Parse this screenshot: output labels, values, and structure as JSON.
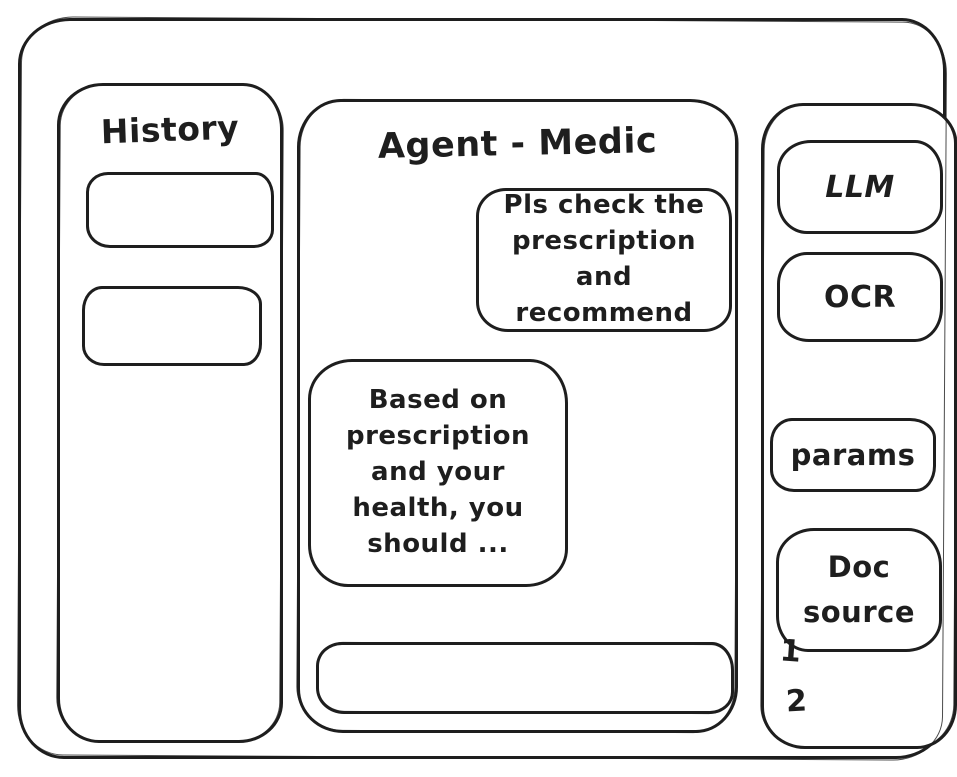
{
  "window": {
    "ink_color": "#1e1e1e",
    "background": "#ffffff"
  },
  "history_panel": {
    "title": "History",
    "items": [
      {
        "label": ""
      },
      {
        "label": ""
      }
    ]
  },
  "chat_panel": {
    "title": "Agent - Medic",
    "messages": [
      {
        "role": "user",
        "text": "Pls check the\nprescription\nand recommend"
      },
      {
        "role": "assistant",
        "text": "Based on\nprescription\nand your\nhealth, you\nshould ..."
      }
    ],
    "input": {
      "value": "",
      "placeholder": ""
    }
  },
  "tools_panel": {
    "buttons": [
      {
        "label": "LLM"
      },
      {
        "label": "OCR"
      },
      {
        "label": "params"
      },
      {
        "label": "Doc\nsource"
      }
    ],
    "doc_source_items": [
      "1",
      "2"
    ]
  }
}
